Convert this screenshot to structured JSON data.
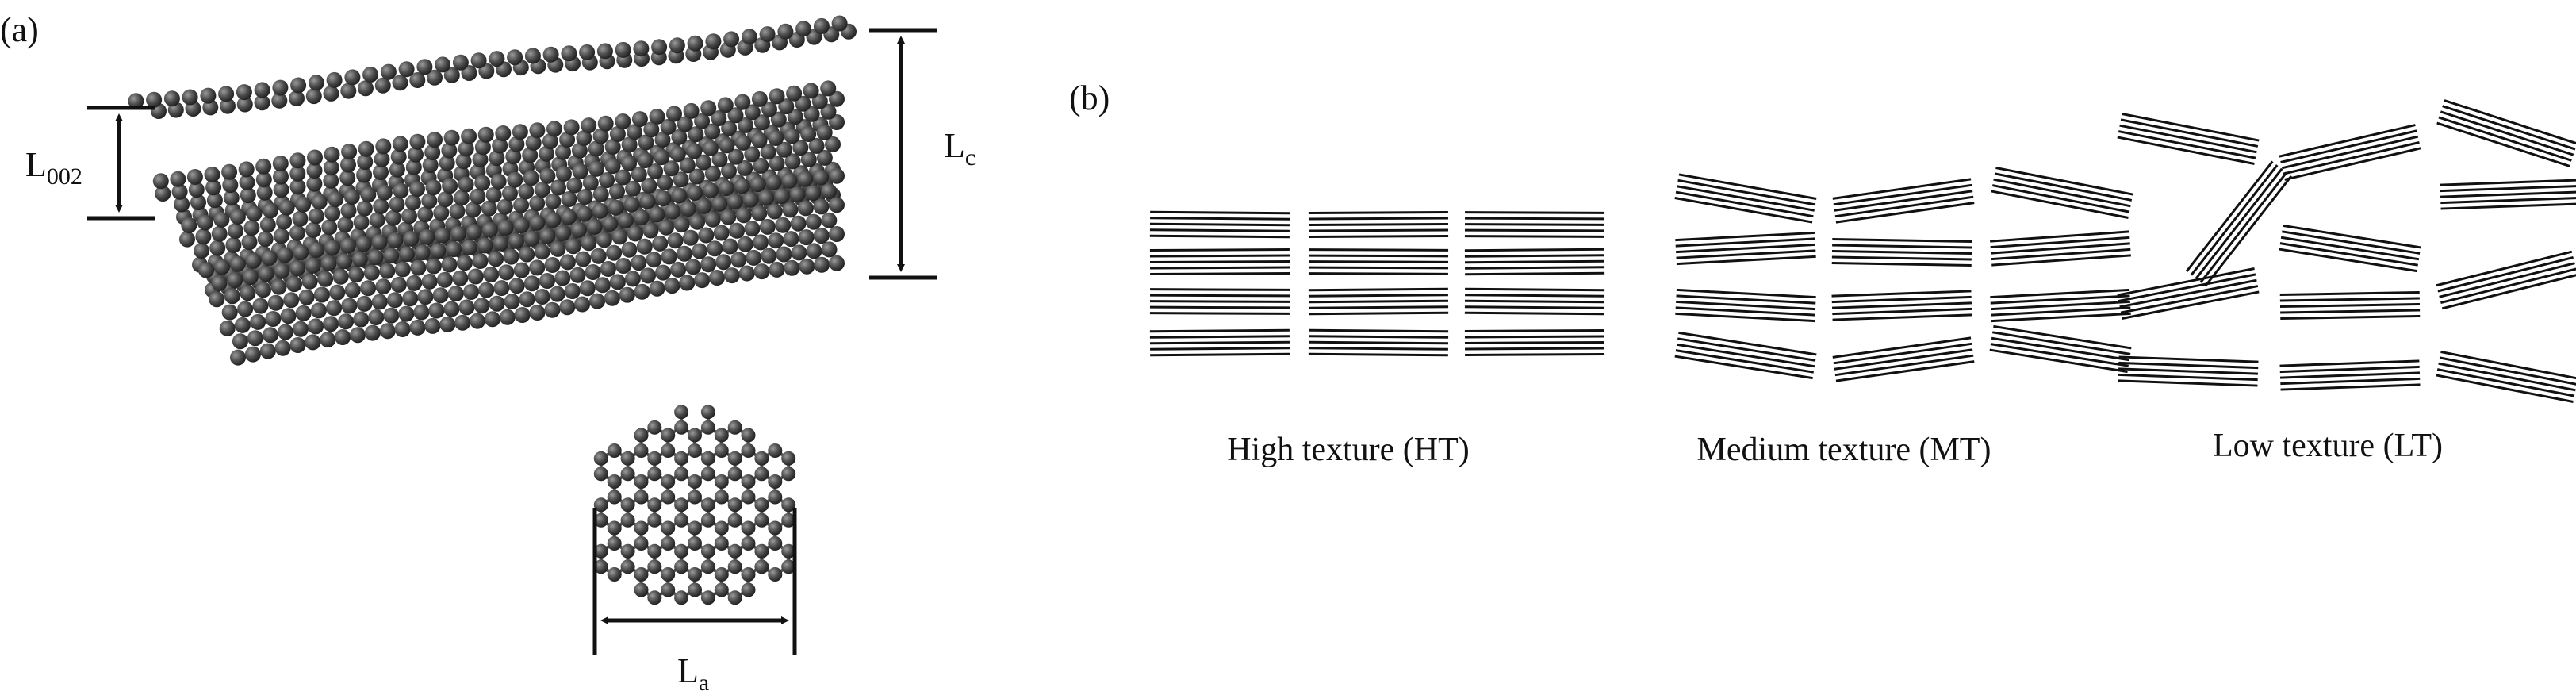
{
  "panel_a": {
    "label": "(a)",
    "interlayer_spacing": {
      "main": "L",
      "sub": "002"
    },
    "stack_height": {
      "main": "L",
      "sub": "c"
    },
    "crystallite_width": {
      "main": "L",
      "sub": "a"
    }
  },
  "panel_b": {
    "label": "(b)",
    "captions": {
      "high": "High texture (HT)",
      "medium": "Medium texture (MT)",
      "low": "Low texture (LT)"
    }
  }
}
